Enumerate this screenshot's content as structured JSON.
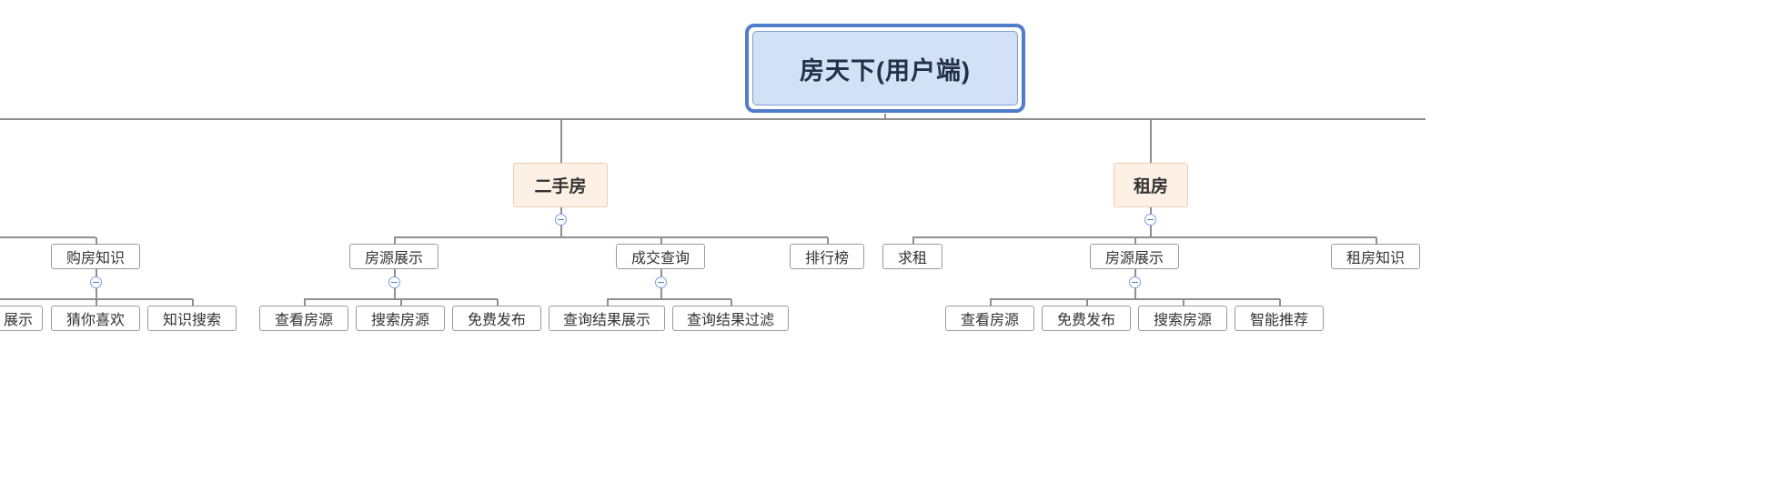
{
  "colors": {
    "line": "#8f8f8f",
    "text": "#333333",
    "leaf-fill": "#ffffff",
    "leaf-border": "#9a9a9a",
    "branch-fill": "#fdf0e4",
    "branch-border": "#f0cfae",
    "root-ring": "#4f7dc9",
    "root-fill": "#d2e1f5",
    "root-border": "#7d9ece",
    "root-text": "#24304a",
    "collapse-border": "#7b9fe0",
    "collapse-accent": "#4f7dc9"
  },
  "icons": {
    "collapse": {
      "name": "collapse-minus-icon",
      "glyph": "−"
    }
  },
  "mindmap": {
    "root": {
      "label": "房天下(用户端)",
      "selected": true
    },
    "branches": [
      {
        "label": "二手房",
        "children": [
          {
            "label": "房源展示",
            "children": [
              {
                "label": "查看房源"
              },
              {
                "label": "搜索房源"
              },
              {
                "label": "免费发布"
              }
            ]
          },
          {
            "label": "成交查询",
            "children": [
              {
                "label": "查询结果展示"
              },
              {
                "label": "查询结果过滤"
              }
            ]
          },
          {
            "label": "排行榜",
            "children": []
          }
        ]
      },
      {
        "label": "租房",
        "children": [
          {
            "label": "求租",
            "children": []
          },
          {
            "label": "房源展示",
            "children": [
              {
                "label": "查看房源"
              },
              {
                "label": "免费发布"
              },
              {
                "label": "搜索房源"
              },
              {
                "label": "智能推荐"
              }
            ]
          },
          {
            "label": "租房知识",
            "children": []
          }
        ]
      }
    ],
    "offscreen_left": {
      "children": [
        {
          "label": "购房知识",
          "children": [
            {
              "label": "展示"
            },
            {
              "label": "猜你喜欢"
            },
            {
              "label": "知识搜索"
            }
          ]
        }
      ]
    }
  }
}
